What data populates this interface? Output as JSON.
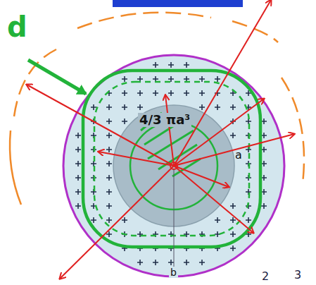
{
  "diagram": {
    "labels": [
      "d",
      "4/3 πa³",
      "a",
      "b",
      "2",
      "3"
    ]
  }
}
